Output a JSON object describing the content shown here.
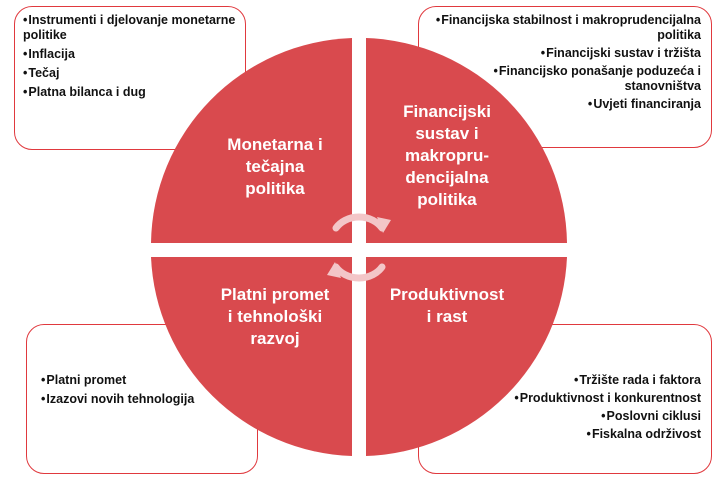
{
  "boxes": {
    "top_left": [
      "Instrumenti i djelovanje monetarne politike",
      "Inflacija",
      "Tečaj",
      "Platna bilanca i dug"
    ],
    "top_right": [
      "Financijska stabilnost i makroprudencijalna politika",
      "Financijski sustav i tržišta",
      "Financijsko ponašanje poduzeća i stanovništva",
      "Uvjeti financiranja"
    ],
    "bottom_left": [
      "Platni promet",
      "Izazovi novih tehnologija"
    ],
    "bottom_right": [
      "Tržište rada i faktora",
      "Produktivnost i konkurentnost",
      "Poslovni ciklusi",
      "Fiskalna održivost"
    ]
  },
  "quadrants": {
    "top_left": "Monetarna i\ntečajna\npolitika",
    "top_right": "Financijski\nsustav i\nmakropru-\ndencijalna\npolitika",
    "bottom_left": "Platni promet\ni tehnološki\nrazvoj",
    "bottom_right": "Produktivnost\ni rast"
  },
  "colors": {
    "quadrant": "#d94a4e",
    "border": "#e0393e",
    "arrow": "#f3c6c8"
  },
  "icons": {
    "center": "cycle-arrows-icon"
  }
}
